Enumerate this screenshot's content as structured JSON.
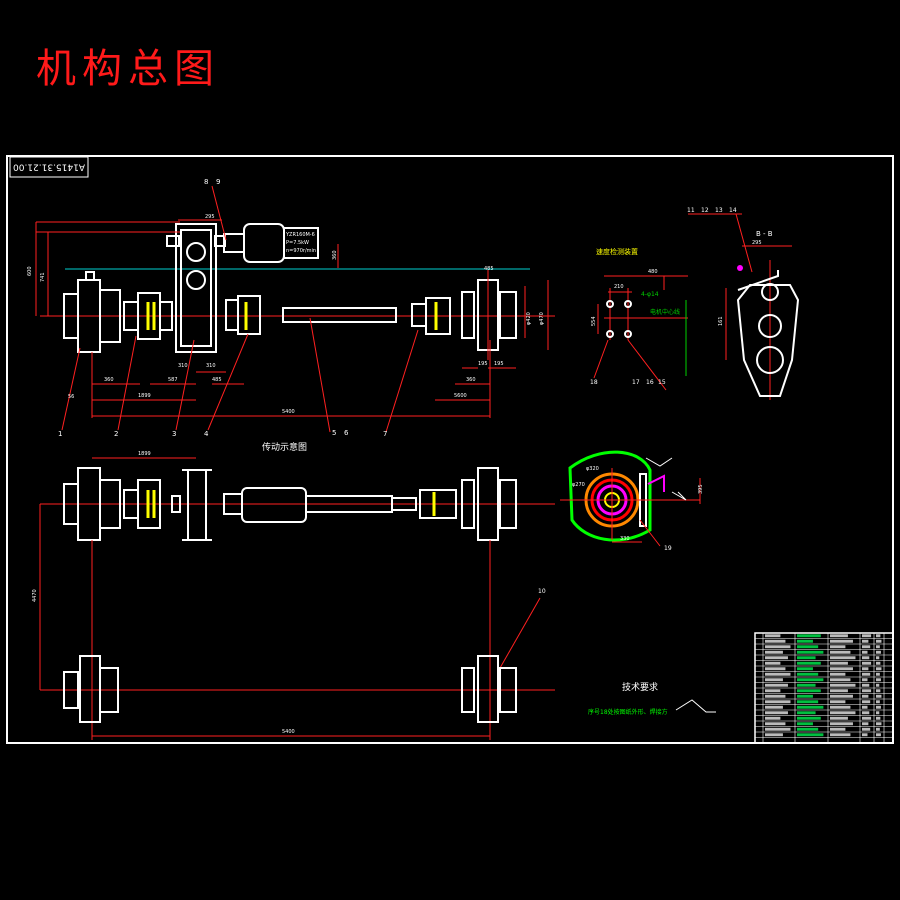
{
  "title": "机构总图",
  "drawing_number": "A1415.31.21.00",
  "views": {
    "side_view_caption": "传动示意图",
    "section_label": "B - B",
    "sensor_caption": "速度检测装置",
    "center_line_label": "电机中心线",
    "hole_label": "4-φ14"
  },
  "motor_spec": {
    "line1": "YZR160M-6",
    "line2": "P=7.5kW",
    "line3": "n=970r/min"
  },
  "dimensions": {
    "d295_top": "295",
    "d600_left": "600",
    "d741_left": "741",
    "d360_right": "360",
    "d360_lower_left": "360",
    "d1899_left": "1899",
    "d587": "587",
    "d310_a": "310",
    "d310_b": "310",
    "d485_a": "485",
    "d5400_top": "5400",
    "d195_a": "195",
    "d195_b": "195",
    "d485_b": "485",
    "d360_b": "360",
    "d5600_lower": "5600",
    "d470": "φ470",
    "d420": "φ420",
    "d1899_mid": "1899",
    "d4470": "4470",
    "d5400_bottom": "5400",
    "d480": "480",
    "d210": "210",
    "d554": "554",
    "d295_bb": "295",
    "d161": "161",
    "d320": "φ320",
    "d270": "φ270",
    "d330": "330",
    "d395": "395",
    "d56": "56"
  },
  "part_callouts": [
    "1",
    "2",
    "3",
    "4",
    "5",
    "6",
    "7",
    "8",
    "9",
    "10",
    "11",
    "12",
    "13",
    "14",
    "15",
    "16",
    "17",
    "18",
    "19"
  ],
  "technical_requirements": {
    "heading": "技术要求",
    "note": "序号18处按图纸外形、焊接方"
  }
}
